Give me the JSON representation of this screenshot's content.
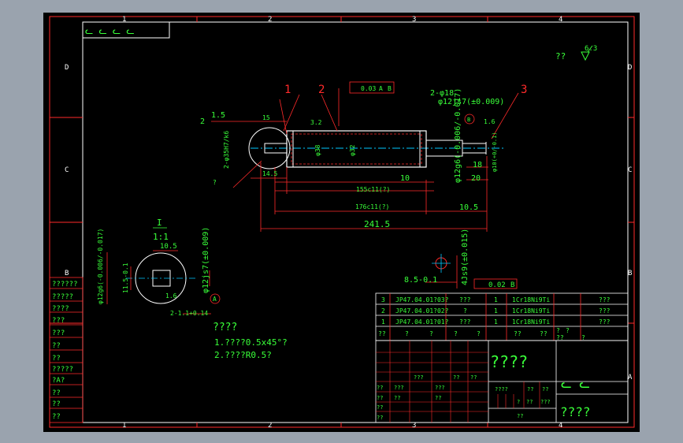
{
  "frame": {
    "col_labels": [
      "1",
      "2",
      "3",
      "4"
    ],
    "row_labels": [
      "D",
      "C",
      "B",
      "A"
    ],
    "top_left_marks": "ᓚ ᓚ ᓚ ᓚ"
  },
  "roughness": {
    "symbol_text": "??",
    "value": "6.3"
  },
  "main_view": {
    "part_numbers": [
      "1",
      "2",
      "3"
    ],
    "labels": {
      "geo_tol": "0.03",
      "datum_a": "A",
      "datum_b": "B",
      "chamfer": "1.5",
      "label_2": "2",
      "dim_15": "15",
      "fit_left": "2-φ35H7/k6",
      "dia_38": "φ38",
      "dia_32": "φ32",
      "rough_32": "3.2",
      "holes": "2-φ18",
      "fit_12": "φ12js7(±0.009)",
      "datum_b_circle": "B",
      "rough_16": "1.6",
      "shaft_dia": "φ12g6(-0.006/-0.017)",
      "end_dia": "φ10(+0/-0.1)",
      "dim_18": "18",
      "dim_20": "20",
      "dim_10": "10",
      "dim_14_5": "14.5",
      "dim_155": "155c11(?)",
      "dim_176": "176c11(?)",
      "dim_10_5": "10.5",
      "dim_241_5": "241.5",
      "question": "?"
    }
  },
  "detail_view": {
    "label": "I",
    "scale": "1:1",
    "dim_10_5": "10.5",
    "dia_12g6": "φ12g6(-0.006/-0.017)",
    "dim_11_5": "11.5-0.1",
    "dim_12js7": "φ12js7(±0.009)",
    "datum_a": "A",
    "rough_16": "1.6",
    "slot": "2-1.1+0.14"
  },
  "section_view": {
    "dim_8_5": "8.5-0.1",
    "keyway": "4Js9(±0.015)",
    "sym_tol": "0.02",
    "sym_datum": "B"
  },
  "notes": {
    "title": "????",
    "line1": "1.????0.5x45°?",
    "line2": "2.????R0.5?"
  },
  "bom": {
    "rows": [
      {
        "no": "3",
        "code": "JP47.04.01?03?",
        "name": "???",
        "qty": "1",
        "material": "1Cr18Ni9Ti",
        "note": "???"
      },
      {
        "no": "2",
        "code": "JP47.04.01?02?",
        "name": "?",
        "qty": "1",
        "material": "1Cr18Ni9Ti",
        "note": "???"
      },
      {
        "no": "1",
        "code": "JP47.04.01?01?",
        "name": "???",
        "qty": "1",
        "material": "1Cr18Ni9Ti",
        "note": "???"
      }
    ],
    "header": [
      "??",
      "?",
      "?",
      "?",
      "?",
      "??",
      "??",
      "?",
      "?",
      "?",
      "?"
    ],
    "header_extra": [
      "?",
      "?",
      "??",
      "?"
    ]
  },
  "title_block": {
    "big_title": "????",
    "right_mark": "ᓚ ᓚ",
    "cells_left": [
      "??",
      "???",
      "???",
      "???",
      "??",
      "??",
      "??",
      "??",
      "??",
      "??",
      "??"
    ],
    "cells_mid": [
      "????",
      "??",
      "??",
      "?",
      "??",
      "???",
      "??"
    ],
    "big_bottom": "????"
  },
  "side_table": {
    "cells": [
      "??????",
      "?????",
      "????",
      "???",
      "???",
      "??",
      "??",
      "?????",
      "?A?",
      "??",
      "??",
      "??"
    ]
  }
}
